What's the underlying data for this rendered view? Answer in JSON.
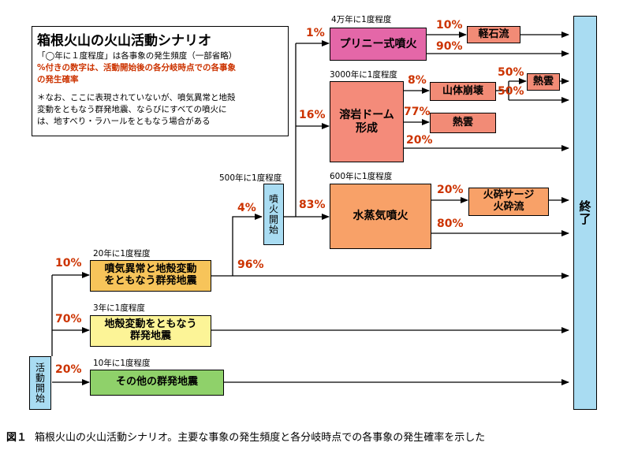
{
  "info_box": {
    "title": "箱根火山の火山活動シナリオ",
    "note1": "「◯年に１度程度」は各事象の発生頻度（一部省略）",
    "note2a": "%付きの数字は、活動開始後の各分岐時点での各事象",
    "note2b": "の発生確率",
    "note3a": "＊なお、ここに表現されていないが、噴気異常と地殻",
    "note3b": "変動をともなう群発地震、ならびにすべての噴火に",
    "note3c": "は、地すべり・ラハールをともなう場合がある"
  },
  "nodes": {
    "start": "活動開始",
    "eruption_start": "噴火開始",
    "end": "終了",
    "fumarole_quake": {
      "line1": "噴気異常と地殻変動",
      "line2": "をともなう群発地震",
      "freq": "20年に1度程度"
    },
    "crustal_quake": {
      "line1": "地殻変動をともなう",
      "line2": "群発地震",
      "freq": "3年に1度程度"
    },
    "other_quake": {
      "label": "その他の群発地震",
      "freq": "10年に1度程度"
    },
    "plinian": {
      "label": "プリニー式噴火",
      "freq": "4万年に1度程度"
    },
    "pumice": "軽石流",
    "dome": {
      "line1": "溶岩ドーム",
      "line2": "形成",
      "freq": "3000年に1度程度"
    },
    "collapse": "山体崩壊",
    "hot_cloud_a": "熱雲",
    "hot_cloud_b": "熱雲",
    "phreatic": {
      "label": "水蒸気噴火",
      "freq": "600年に1度程度"
    },
    "surge": {
      "line1": "火砕サージ",
      "line2": "火砕流"
    },
    "eruption_freq": "500年に1度程度"
  },
  "percentages": {
    "start_fumarole": "10%",
    "start_crustal": "70%",
    "start_other": "20%",
    "to_eruption": "4%",
    "no_eruption": "96%",
    "plinian": "1%",
    "dome": "16%",
    "phreatic": "83%",
    "pumice": "10%",
    "plinian_other": "90%",
    "collapse": "8%",
    "collapse_cloud": "50%",
    "collapse_other": "50%",
    "dome_cloud": "77%",
    "dome_other": "20%",
    "surge": "20%",
    "phreatic_other": "80%"
  },
  "colors": {
    "end_box": "#a9dcf2",
    "start_box": "#a9dcf2",
    "eruption_box": "#a9dcf2",
    "fumarole_box": "#f7c45a",
    "crustal_box": "#fcf497",
    "other_box": "#8fd16a",
    "plinian_box": "#e467a8",
    "dome_box": "#f48b7a",
    "small_red_box": "#f28b76",
    "phreatic_box": "#f8a168",
    "surge_box": "#f8a168",
    "percent_text": "#cc3300"
  },
  "caption": {
    "fig": "図１",
    "text": "箱根火山の火山活動シナリオ。主要な事象の発生頻度と各分岐時点での各事象の発生確率を示した"
  }
}
